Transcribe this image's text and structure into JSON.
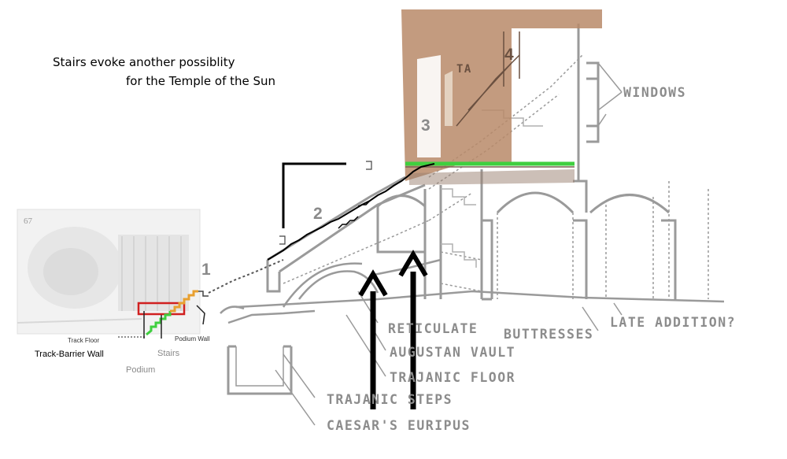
{
  "caption": {
    "line1": "Stairs evoke another possiblity",
    "line2": "for the Temple of the Sun"
  },
  "labels": {
    "windows": "WINDOWS",
    "reticulate": "RETICULATE",
    "buttresses": "BUTTRESSES",
    "late_addition": "LATE ADDITION?",
    "augustan_vault": "AUGUSTAN VAULT",
    "trajanic_floor": "TRAJANIC FLOOR",
    "trajanic_steps": "TRAJANIC STEPS",
    "caesars_euripus": "CAESAR'S EURIPUS",
    "ta": "TA"
  },
  "level_numbers": [
    "1",
    "2",
    "3",
    "4"
  ],
  "photo_labels": {
    "track_floor": "Track Floor",
    "podium_wall": "Podium Wall",
    "stairs": "Stairs",
    "track_barrier_wall": "Track-Barrier Wall",
    "podium": "Podium",
    "sketch_number": "67"
  },
  "colors": {
    "overlay_tan": "#b88a68",
    "stair_green": "#3fcf3f",
    "stair_orange": "#e8a030",
    "stair_red": "#d02020",
    "drawing_grey": "#9a9a9a",
    "arrow_black": "#000000"
  }
}
